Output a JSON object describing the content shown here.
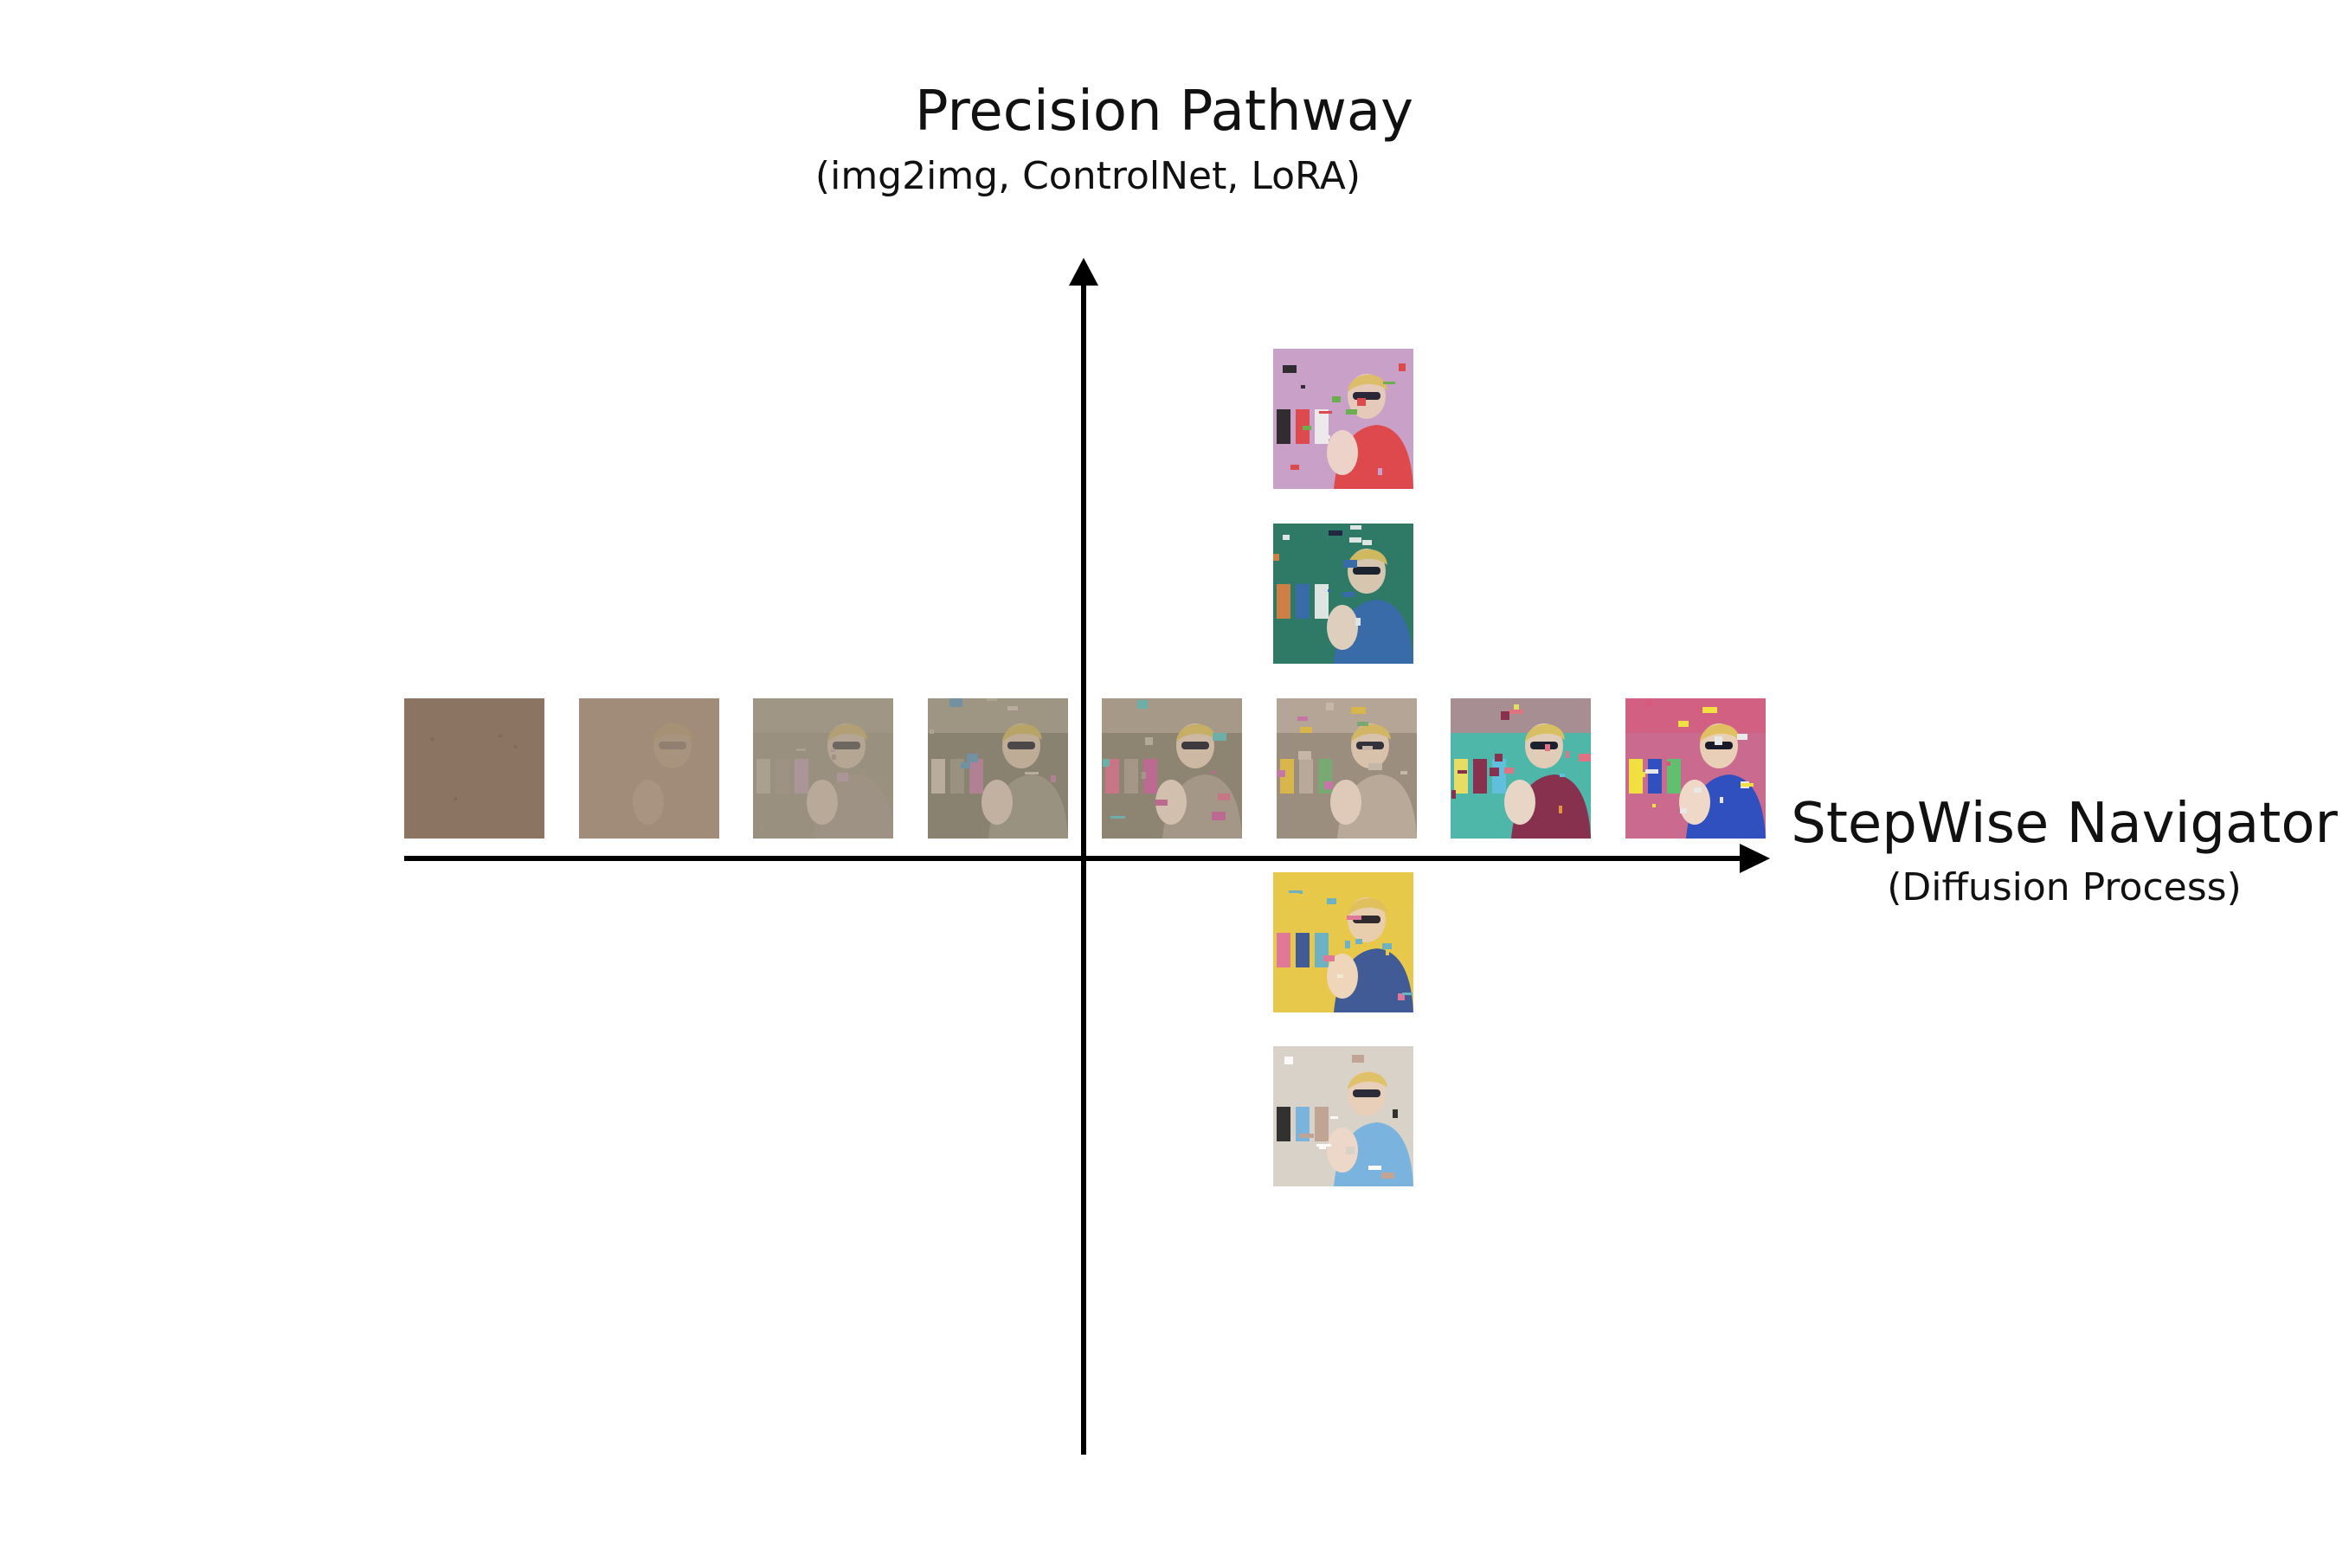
{
  "y_axis": {
    "title": "Precision Pathway",
    "subtitle": "(img2img, ControlNet, LoRA)"
  },
  "x_axis": {
    "title": "StepWise Navigator",
    "subtitle": "(Diffusion Process)"
  },
  "diffusion_row": [
    {
      "name": "step-1",
      "base": "#8c7463",
      "detail": 0.0
    },
    {
      "name": "step-2",
      "base": "#a08c78",
      "detail": 0.1
    },
    {
      "name": "step-3",
      "base": "#9a9080",
      "detail": 0.35
    },
    {
      "name": "step-4",
      "base": "#8a8270",
      "detail": 0.55
    },
    {
      "name": "step-5",
      "base": "#8e8472",
      "detail": 0.7
    },
    {
      "name": "step-6",
      "base": "#9c8e7e",
      "detail": 0.8
    },
    {
      "name": "step-7",
      "base": "#4fb6aa",
      "detail": 0.95
    },
    {
      "name": "step-8",
      "base": "#c96a8e",
      "detail": 1.0
    }
  ],
  "precision_column": [
    {
      "name": "variant-top-1",
      "base": "#c8a0c8"
    },
    {
      "name": "variant-top-2",
      "base": "#2f7a66"
    },
    {
      "name": "variant-bottom-1",
      "base": "#e8c84a"
    },
    {
      "name": "variant-bottom-2",
      "base": "#d8d2c8"
    }
  ],
  "colors": {
    "axis": "#000000",
    "background": "#ffffff"
  }
}
